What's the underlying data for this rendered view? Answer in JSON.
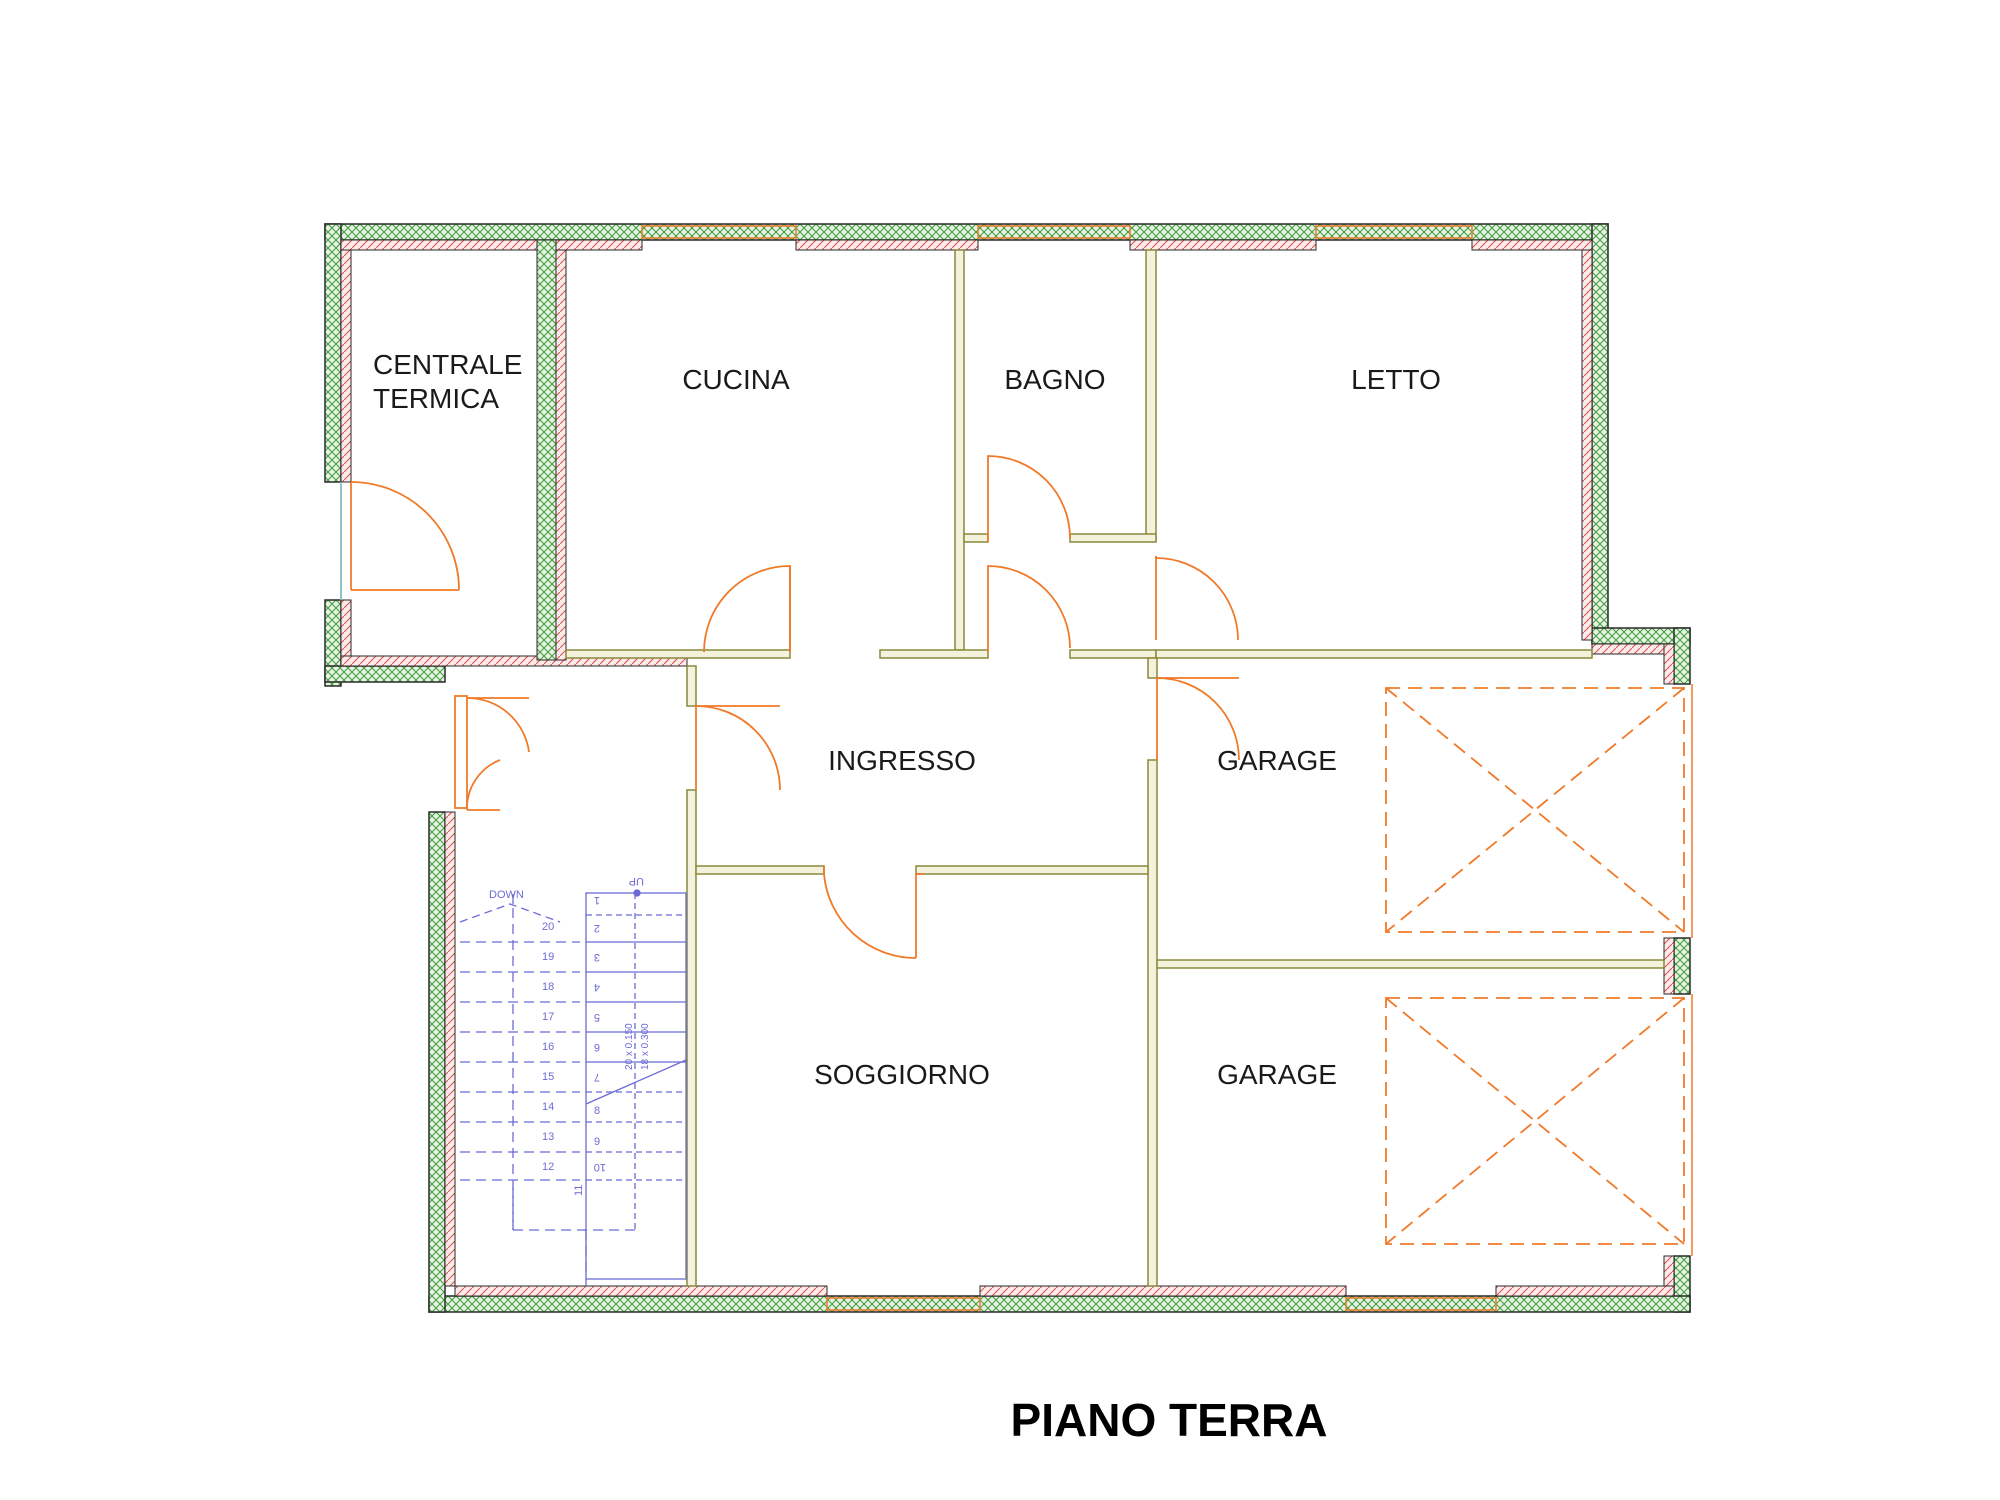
{
  "colors": {
    "wall_outline": "#2a2a2a",
    "insulation_green": "#3f9a3f",
    "inner_red": "#d9534f",
    "door_orange": "#f07a2a",
    "partition_olive": "#8a8a3a",
    "stair_blue": "#6b6bd6"
  },
  "rooms": {
    "centrale_termica_1": "CENTRALE",
    "centrale_termica_2": "TERMICA",
    "cucina": "CUCINA",
    "bagno": "BAGNO",
    "letto": "LETTO",
    "ingresso": "INGRESSO",
    "garage_1": "GARAGE",
    "soggiorno": "SOGGIORNO",
    "garage_2": "GARAGE"
  },
  "stairs": {
    "down_label": "DOWN",
    "up_label": "UP",
    "dim_1": "20 x 0.150",
    "dim_2": "18 x 0.300",
    "left_steps": [
      "20",
      "19",
      "18",
      "17",
      "16",
      "15",
      "14",
      "13",
      "12"
    ],
    "right_steps": [
      "1",
      "2",
      "3",
      "4",
      "5",
      "6",
      "7",
      "8",
      "9",
      "10",
      "11"
    ]
  },
  "title": "PIANO TERRA"
}
